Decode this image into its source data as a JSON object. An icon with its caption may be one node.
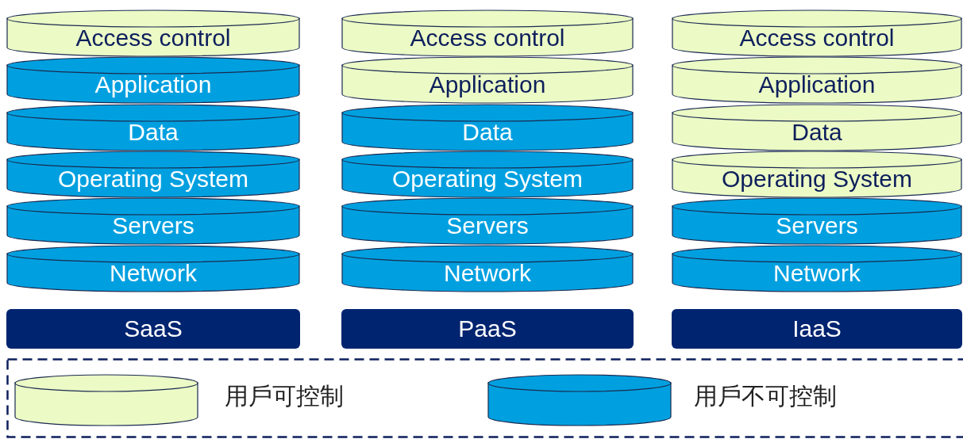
{
  "diagram": {
    "nodes": [
      {
        "text": [
          "Access control"
        ]
      },
      {
        "text": [
          "Access control"
        ]
      },
      {
        "text": [
          "Access control"
        ]
      },
      {
        "text": [
          "Application"
        ]
      },
      {
        "text": [
          "Application"
        ]
      },
      {
        "text": [
          "Application"
        ]
      },
      {
        "text": [
          "Data"
        ]
      },
      {
        "text": [
          "Data"
        ]
      },
      {
        "text": [
          "Data"
        ]
      },
      {
        "text": [
          "Operating System"
        ]
      },
      {
        "text": [
          "Operating System"
        ]
      },
      {
        "text": [
          "Operating System"
        ]
      },
      {
        "text": [
          "Servers"
        ]
      },
      {
        "text": [
          "Servers"
        ]
      },
      {
        "text": [
          "Servers"
        ]
      },
      {
        "text": [
          "Network"
        ]
      },
      {
        "text": [
          "Network"
        ]
      },
      {
        "text": [
          "Network"
        ]
      },
      {
        "text": [
          "SaaS"
        ]
      },
      {
        "text": [
          "PaaS"
        ]
      },
      {
        "text": [
          "IaaS"
        ]
      }
    ],
    "legend": [
      {
        "text": "用戶可控制",
        "color": "#ecfac6"
      },
      {
        "text": "用戶不可控制",
        "color": "#00a0e0"
      }
    ]
  }
}
